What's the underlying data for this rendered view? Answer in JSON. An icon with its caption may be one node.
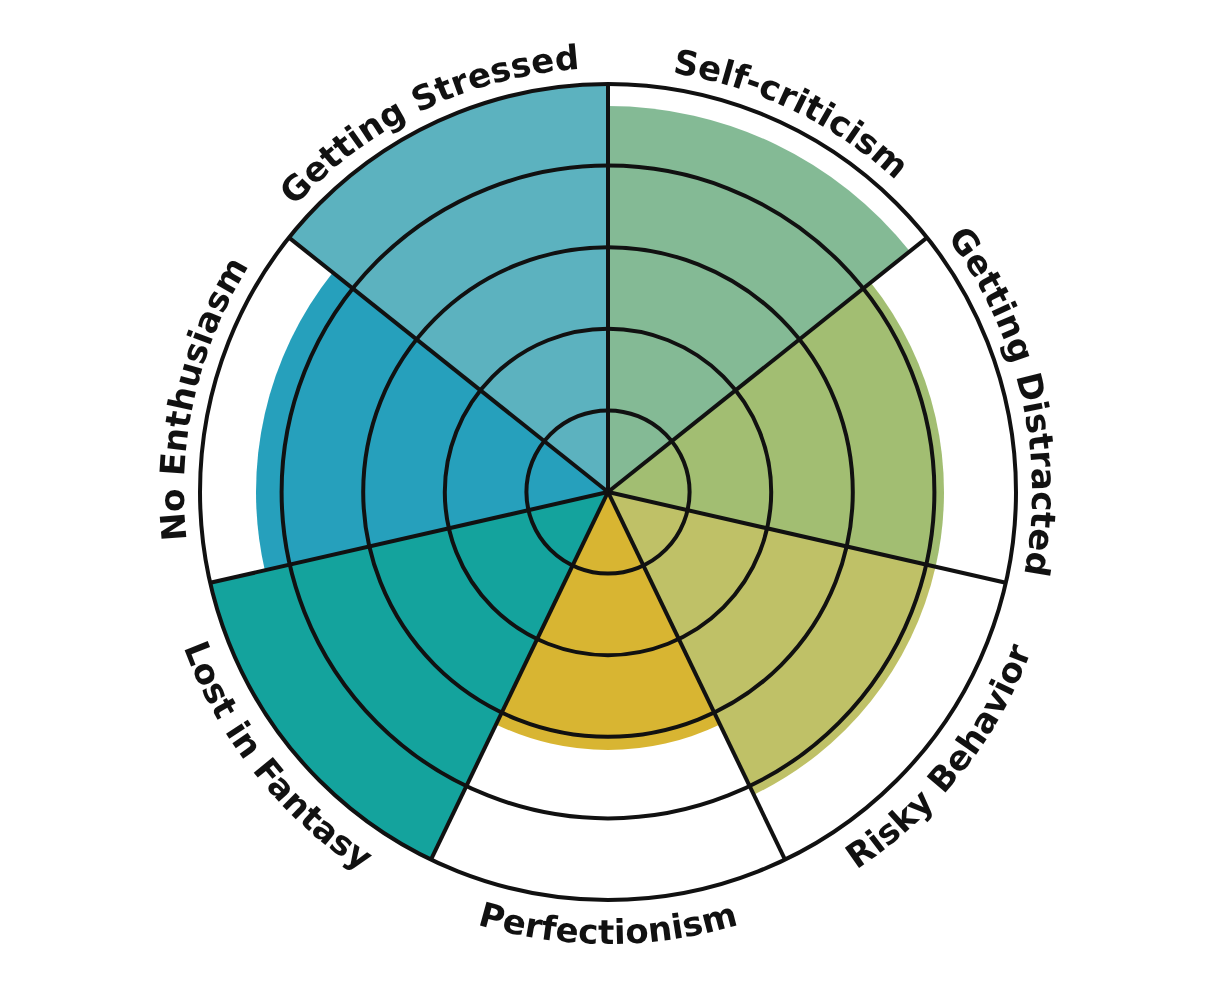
{
  "diagram": {
    "labels": [
      "Getting Stressed",
      "Self-criticism",
      "No Enthusiasm",
      "Getting Distracted",
      "Lost in Fantasy",
      "Risky Behavior",
      "Perfectionism"
    ]
  }
}
